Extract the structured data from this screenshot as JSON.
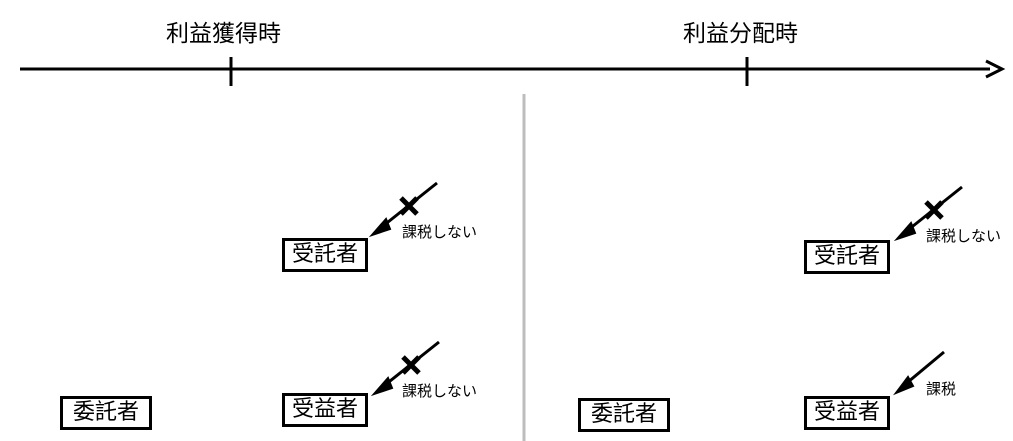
{
  "timeline": {
    "points": [
      {
        "label": "利益獲得時"
      },
      {
        "label": "利益分配時"
      }
    ]
  },
  "left_panel": {
    "trustee": "受託者",
    "settlor": "委託者",
    "beneficiary": "受益者",
    "trustee_note": "課税しない",
    "beneficiary_note": "課税しない"
  },
  "right_panel": {
    "trustee": "受託者",
    "settlor": "委託者",
    "beneficiary": "受益者",
    "trustee_note": "課税しない",
    "beneficiary_note": "課税"
  },
  "colors": {
    "line": "#000000",
    "divider": "#bdbdbd"
  }
}
